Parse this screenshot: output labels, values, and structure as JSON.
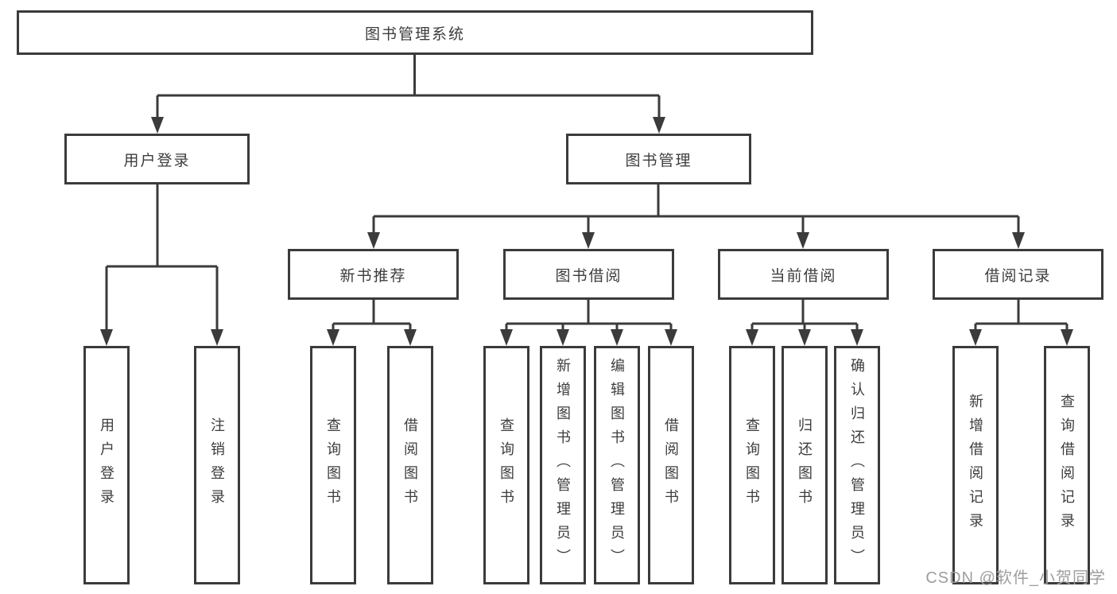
{
  "diagram": {
    "root": "图书管理系统",
    "branches": [
      {
        "label": "用户登录",
        "leaves": [
          "用户登录",
          "注销登录"
        ]
      },
      {
        "label": "图书管理",
        "groups": [
          {
            "label": "新书推荐",
            "leaves": [
              "查询图书",
              "借阅图书"
            ]
          },
          {
            "label": "图书借阅",
            "leaves": [
              "查询图书",
              "新增图书（管理员）",
              "编辑图书（管理员）",
              "借阅图书"
            ]
          },
          {
            "label": "当前借阅",
            "leaves": [
              "查询图书",
              "归还图书",
              "确认归还（管理员）"
            ]
          },
          {
            "label": "借阅记录",
            "leaves": [
              "新增借阅记录",
              "查询借阅记录"
            ]
          }
        ]
      }
    ]
  },
  "watermark": "CSDN @软件_小贺同学",
  "colors": {
    "line": "#3b3b3b",
    "text": "#3d3d3d",
    "watermark": "#9e9e9e",
    "background": "#ffffff"
  }
}
